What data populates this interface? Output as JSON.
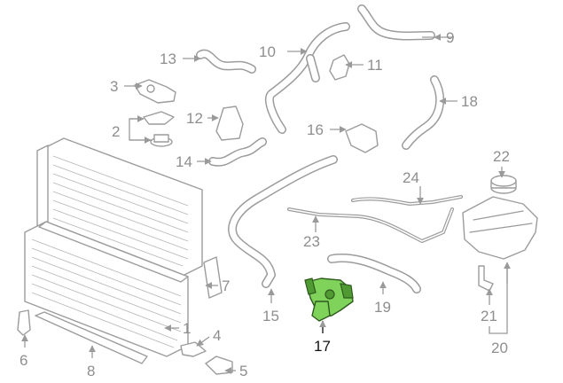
{
  "diagram": {
    "highlighted_part": "17",
    "highlight_color": "#7fd35a",
    "line_color": "#9c9c9c",
    "callouts": [
      {
        "id": "c1",
        "label": "1"
      },
      {
        "id": "c2",
        "label": "2"
      },
      {
        "id": "c3",
        "label": "3"
      },
      {
        "id": "c4",
        "label": "4"
      },
      {
        "id": "c5",
        "label": "5"
      },
      {
        "id": "c6",
        "label": "6"
      },
      {
        "id": "c7",
        "label": "7"
      },
      {
        "id": "c8",
        "label": "8"
      },
      {
        "id": "c9",
        "label": "9"
      },
      {
        "id": "c10",
        "label": "10"
      },
      {
        "id": "c11",
        "label": "11"
      },
      {
        "id": "c12",
        "label": "12"
      },
      {
        "id": "c13",
        "label": "13"
      },
      {
        "id": "c14",
        "label": "14"
      },
      {
        "id": "c15",
        "label": "15"
      },
      {
        "id": "c16",
        "label": "16"
      },
      {
        "id": "c17",
        "label": "17"
      },
      {
        "id": "c18",
        "label": "18"
      },
      {
        "id": "c19",
        "label": "19"
      },
      {
        "id": "c20",
        "label": "20"
      },
      {
        "id": "c21",
        "label": "21"
      },
      {
        "id": "c22",
        "label": "22"
      },
      {
        "id": "c23",
        "label": "23"
      },
      {
        "id": "c24",
        "label": "24"
      }
    ]
  }
}
